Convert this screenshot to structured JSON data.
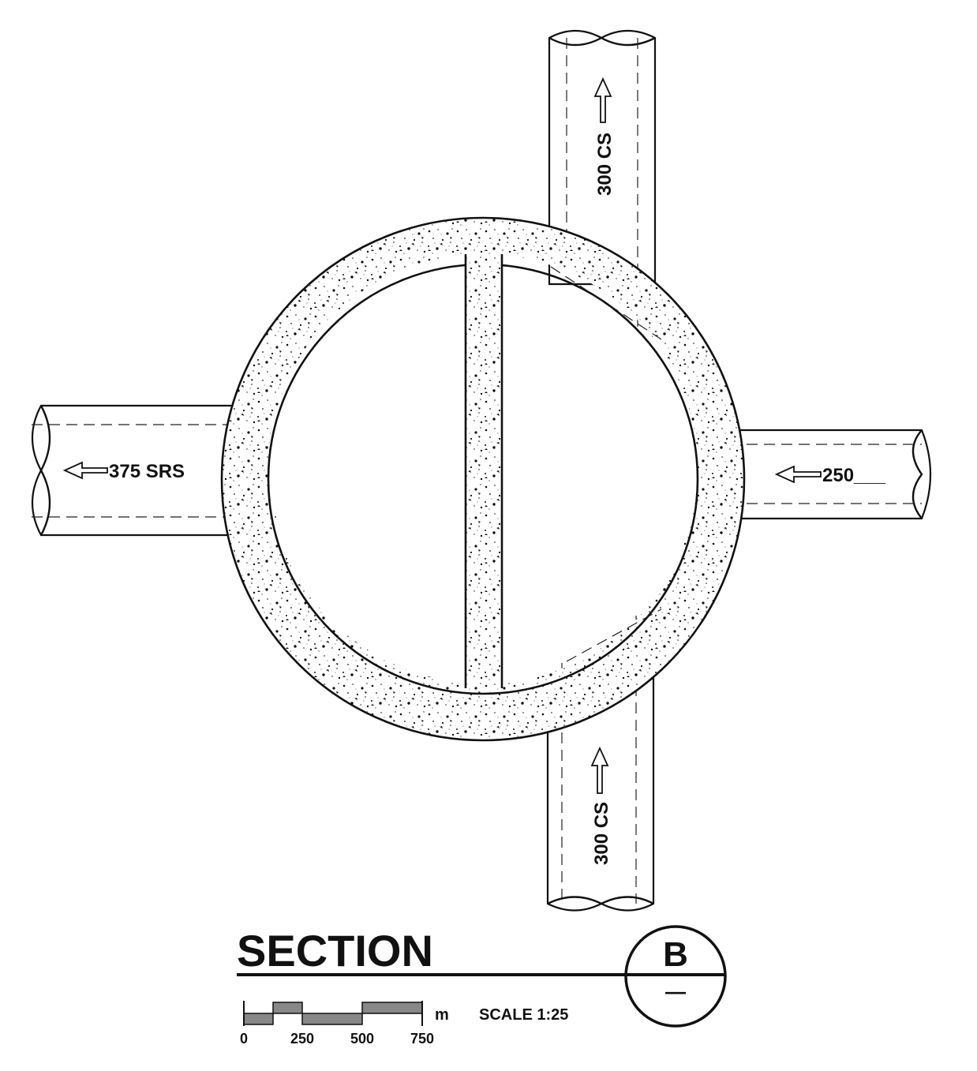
{
  "pipes": {
    "top_label": "300 CS",
    "bottom_label": "300 CS",
    "left_label": "375 SRS",
    "right_label": "250___"
  },
  "title_block": {
    "title": "SECTION",
    "section_letter": "B",
    "sheet_mark": "—"
  },
  "scale_bar": {
    "unit": "m",
    "scale_text": "SCALE 1:25",
    "ticks": [
      "0",
      "250",
      "500",
      "750"
    ]
  }
}
